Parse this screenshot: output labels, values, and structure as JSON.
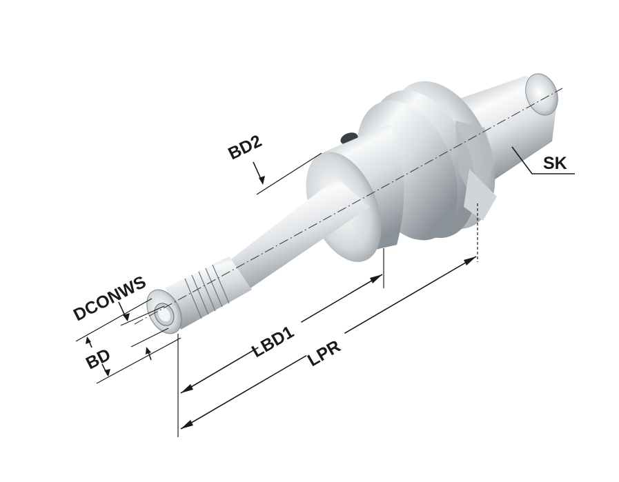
{
  "labels": {
    "dconws": "DCONWS",
    "bd": "BD",
    "bd2": "BD2",
    "lbd1": "LBD1",
    "lpr": "LPR",
    "sk": "SK"
  },
  "colors": {
    "metal_light": "#f4f6f7",
    "metal_mid": "#c9ced2",
    "metal_dark": "#8e959b",
    "line": "#1a1a1a"
  }
}
